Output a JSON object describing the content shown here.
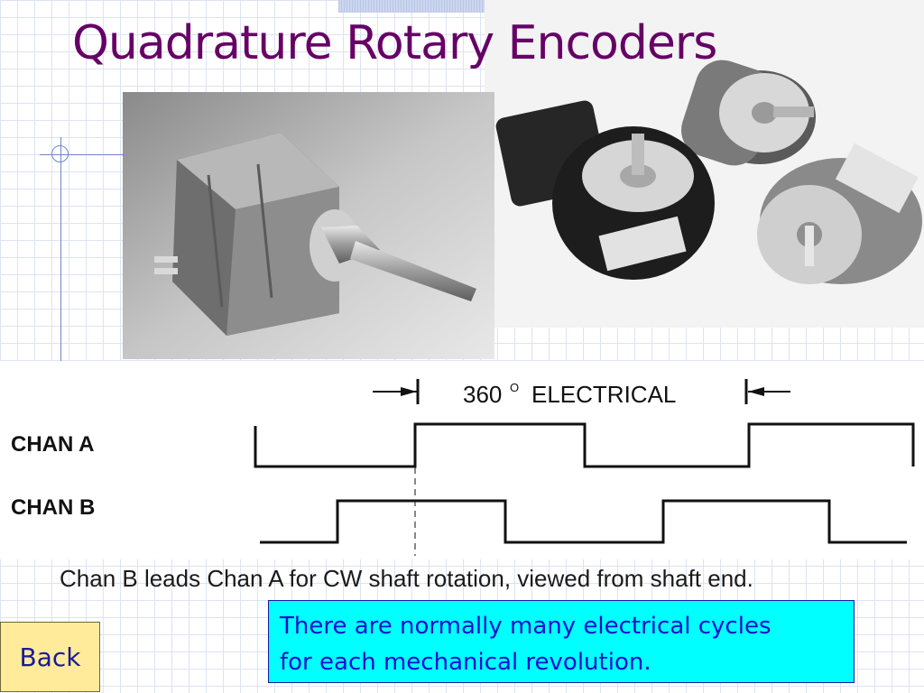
{
  "slide": {
    "title": "Quadrature Rotary Encoders"
  },
  "photos": {
    "left_label": "encoder-photo-single",
    "right_label": "encoder-photo-group"
  },
  "timing_diagram": {
    "period_label_value": "360",
    "period_label_degree": "O",
    "period_label_text": "ELECTRICAL",
    "channels": [
      {
        "label": "CHAN A"
      },
      {
        "label": "CHAN B"
      }
    ]
  },
  "caption": "Chan B leads Chan A for CW shaft rotation, viewed from shaft end.",
  "note": {
    "line1": "There are normally many electrical cycles",
    "line2": "for each mechanical revolution."
  },
  "nav": {
    "back_label": "Back"
  },
  "colors": {
    "title": "#660066",
    "note_background": "#00ffff",
    "note_text": "#1010cc",
    "back_background": "#ffeb99"
  }
}
